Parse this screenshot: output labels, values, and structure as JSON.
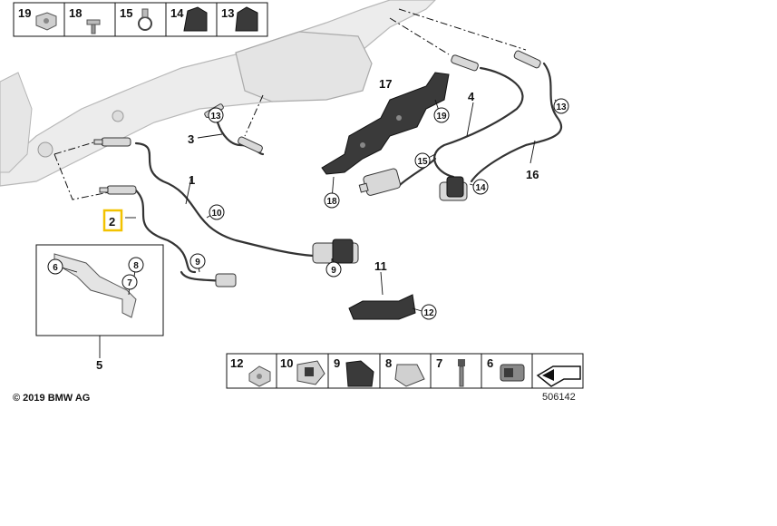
{
  "top_legend": [
    "19",
    "18",
    "15",
    "14",
    "13"
  ],
  "bottom_legend": [
    "12",
    "10",
    "9",
    "8",
    "7",
    "6"
  ],
  "callouts": {
    "c1": "1",
    "c2": "2",
    "c3": "3",
    "c4": "4",
    "c5": "5",
    "c6": "6",
    "c7": "7",
    "c8": "8",
    "c9a": "9",
    "c9b": "9",
    "c10": "10",
    "c11": "11",
    "c12": "12",
    "c13a": "13",
    "c13b": "13",
    "c14": "14",
    "c15": "15",
    "c16": "16",
    "c17": "17",
    "c18": "18",
    "c19": "19"
  },
  "copyright": "© 2019 BMW AG",
  "ref_number": "506142",
  "highlight_color": "#f2c200"
}
